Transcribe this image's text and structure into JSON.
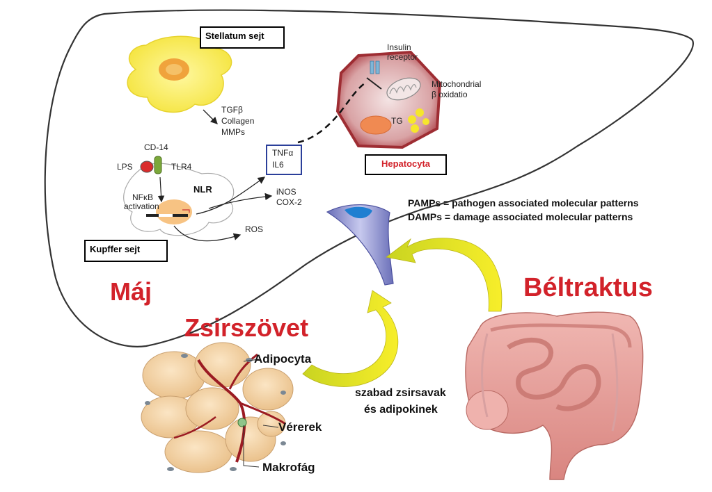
{
  "labels": {
    "stellatum": "Stellatum sejt",
    "tgf": "TGFβ",
    "collagen": "Collagen",
    "mmps": "MMPs",
    "insulin1": "Insulin",
    "insulin2": "receptor",
    "mito1": "Mitochondrial",
    "mito2": "β oxidatio",
    "tg": "TG",
    "hepatocyta": "Hepatocyta",
    "cd14": "CD-14",
    "lps": "LPS",
    "tlr4": "TLR4",
    "nfkb1": "NFκB",
    "nfkb2": "activation",
    "nlr": "NLR",
    "tnfa": "TNFα",
    "il6": "IL6",
    "inos": "iNOS",
    "cox2": "COX-2",
    "ros": "ROS",
    "kupffer": "Kupffer sejt",
    "maj": "Máj",
    "pamps": "PAMPs =  pathogen associated molecular patterns",
    "damps": "DAMPs =  damage associated molecular patterns",
    "beltraktus": "Béltraktus",
    "zsirszovet": "Zsirszövet",
    "adipocyta": "Adipocyta",
    "vererek": "Vérerek",
    "makrofag": "Makrofág",
    "ffa1": "szabad zsirsavak",
    "ffa2": "és adipokinek"
  },
  "colors": {
    "title_red": "#d2222a",
    "hepatocyte_red": "#b83a3f",
    "arrow_yellow": "#f2e51e",
    "adipocyte": "#f3cfa0",
    "stellate": "#fbef5c",
    "intestine": "#e9a3a0"
  }
}
